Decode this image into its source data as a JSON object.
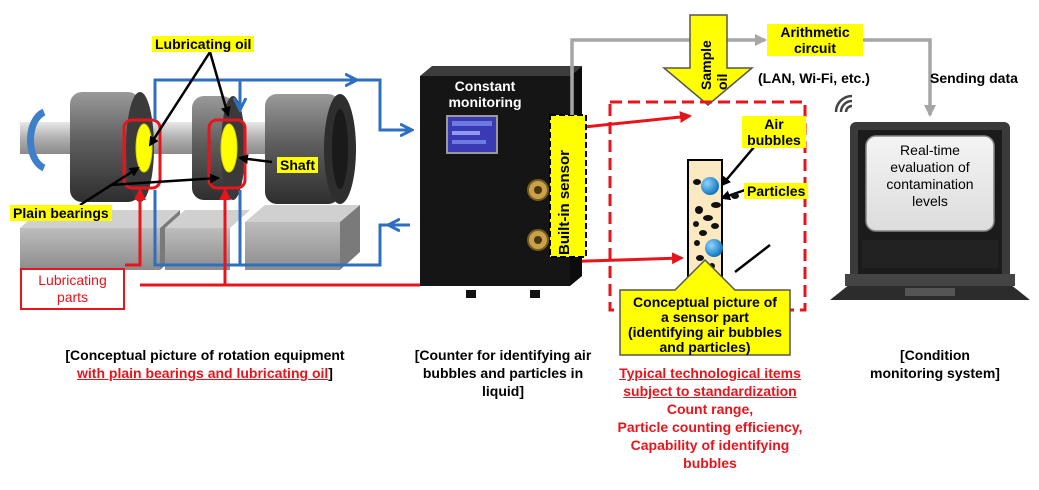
{
  "labels": {
    "lubricating_oil": "Lubricating oil",
    "shaft": "Shaft",
    "plain_bearings": "Plain bearings",
    "lubricating_parts": "Lubricating parts",
    "constant_monitoring_1": "Constant",
    "constant_monitoring_2": "monitoring",
    "built_in_sensor": "Built-in sensor",
    "sample_oil": "Sample oil",
    "arithmetic_circuit_1": "Arithmetic",
    "arithmetic_circuit_2": "circuit",
    "lan_wifi": "(LAN, Wi-Fi, etc.)",
    "sending_data": "Sending data",
    "air_bubbles_1": "Air",
    "air_bubbles_2": "bubbles",
    "particles": "Particles",
    "sensor_part_1": "Conceptual picture of",
    "sensor_part_2": "a sensor part",
    "sensor_part_3": "(identifying air bubbles",
    "sensor_part_4": "and particles)",
    "screen_1": "Real-time",
    "screen_2": "evaluation of",
    "screen_3": "contamination",
    "screen_4": "levels"
  },
  "captions": {
    "rotation_1": "[Conceptual picture of rotation equipment",
    "rotation_2a": "with plain bearings and lubricating oil",
    "rotation_2b": "]",
    "counter_1": "[Counter for identifying air",
    "counter_2": "bubbles and particles in",
    "counter_3": "liquid]",
    "cms_1": "[Condition",
    "cms_2": "monitoring system]",
    "std_1": "Typical technological items",
    "std_2": "subject to standardization",
    "std_3": "Count range,",
    "std_4": "Particle counting efficiency,",
    "std_5": "Capability of identifying",
    "std_6": "bubbles"
  },
  "colors": {
    "blue_flow": "#2f6fc0",
    "red_flow": "#e8141c",
    "grey_flow": "#a6a6a6",
    "highlight": "#ffff00"
  }
}
